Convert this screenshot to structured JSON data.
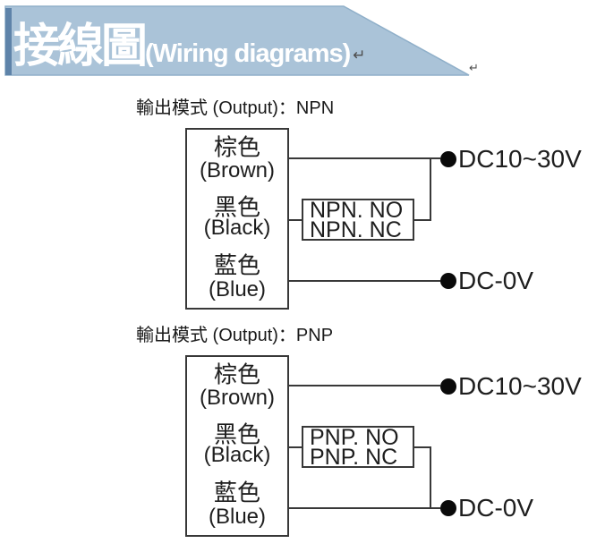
{
  "banner": {
    "title_cjk": "接線圖",
    "title_en": "(Wiring diagrams)",
    "return_mark": "↵",
    "fill_color": "#aac3d8",
    "edge_color": "#5e83a9"
  },
  "sections": [
    {
      "heading": "輸出模式 (Output)：NPN",
      "wires": [
        {
          "name_cjk": "棕色",
          "name_en": "(Brown)"
        },
        {
          "name_cjk": "黑色",
          "name_en": "(Black)"
        },
        {
          "name_cjk": "藍色",
          "name_en": "(Blue)"
        }
      ],
      "output_box": [
        "NPN. NO",
        "NPN. NC"
      ],
      "terminal_top": "DC10~30V",
      "terminal_bottom": "DC-0V"
    },
    {
      "heading": "輸出模式 (Output)：PNP",
      "wires": [
        {
          "name_cjk": "棕色",
          "name_en": "(Brown)"
        },
        {
          "name_cjk": "黑色",
          "name_en": "(Black)"
        },
        {
          "name_cjk": "藍色",
          "name_en": "(Blue)"
        }
      ],
      "output_box": [
        "PNP. NO",
        "PNP. NC"
      ],
      "terminal_top": "DC10~30V",
      "terminal_bottom": "DC-0V"
    }
  ]
}
